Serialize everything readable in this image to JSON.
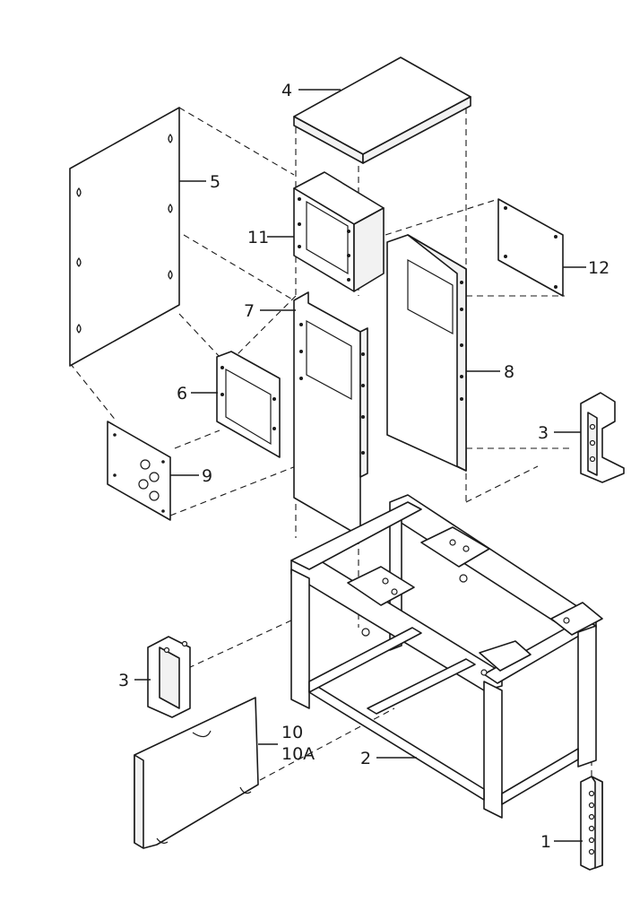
{
  "callouts": {
    "p1": "1",
    "p2": "2",
    "p3_right": "3",
    "p3_left": "3",
    "p4": "4",
    "p5": "5",
    "p6": "6",
    "p7": "7",
    "p8": "8",
    "p9": "9",
    "p10": "10",
    "p10a": "10A",
    "p11": "11",
    "p12": "12"
  }
}
